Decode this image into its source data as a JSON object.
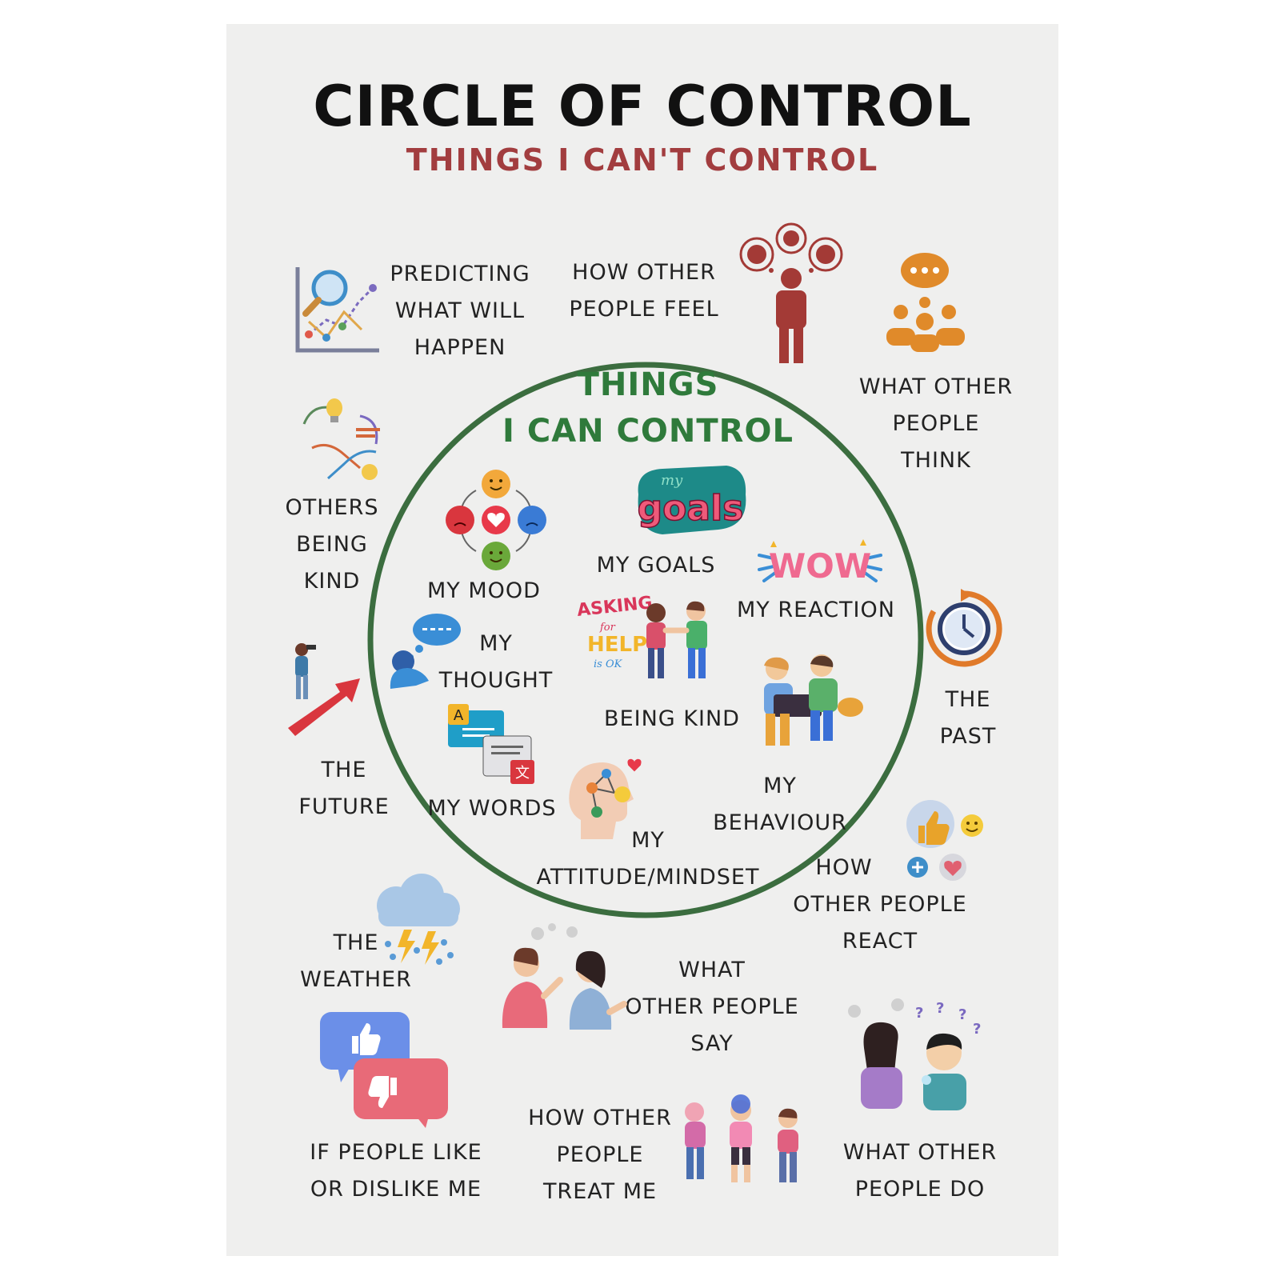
{
  "title": "CIRCLE OF CONTROL",
  "subtitle": "THINGS I CAN'T CONTROL",
  "inner_title": [
    "THINGS",
    "I CAN CONTROL"
  ],
  "colors": {
    "circle": "#3b6d3f",
    "subtitle": "#a23d3f",
    "inner_title": "#2f7a3b"
  },
  "outside": {
    "predicting": [
      "PREDICTING",
      "WHAT WILL",
      "HAPPEN"
    ],
    "people_feel": [
      "HOW OTHER",
      "PEOPLE FEEL"
    ],
    "people_think": [
      "WHAT OTHER",
      "PEOPLE",
      "THINK"
    ],
    "others_kind": [
      "OTHERS",
      "BEING",
      "KIND"
    ],
    "past": [
      "THE",
      "PAST"
    ],
    "future": [
      "THE",
      "FUTURE"
    ],
    "people_react": [
      "HOW",
      "OTHER PEOPLE",
      "REACT"
    ],
    "weather": [
      "THE",
      "WEATHER"
    ],
    "people_say": [
      "WHAT",
      "OTHER PEOPLE",
      "SAY"
    ],
    "like_dislike": [
      "IF PEOPLE LIKE",
      "OR DISLIKE ME"
    ],
    "treat_me": [
      "HOW OTHER",
      "PEOPLE",
      "TREAT ME"
    ],
    "people_do": [
      "WHAT OTHER",
      "PEOPLE DO"
    ]
  },
  "inside": {
    "mood": [
      "MY MOOD"
    ],
    "goals": [
      "MY GOALS"
    ],
    "reaction": [
      "MY REACTION"
    ],
    "thought": [
      "MY",
      "THOUGHT"
    ],
    "being_kind": [
      "BEING KIND"
    ],
    "words": [
      "MY WORDS"
    ],
    "behaviour": [
      "MY",
      "BEHAVIOUR"
    ],
    "attitude": [
      "MY",
      "ATTITUDE/MINDSET"
    ]
  },
  "icon_text": {
    "goals_small": "my",
    "goals_big": "goals",
    "wow": "WOW",
    "asking": "ASKING",
    "for": "for",
    "help": "HELP",
    "is_ok": "is OK",
    "letter_a": "A",
    "char_wen": "文"
  }
}
